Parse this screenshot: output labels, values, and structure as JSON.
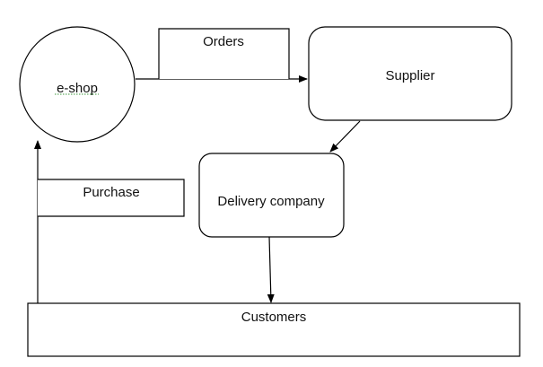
{
  "diagram": {
    "type": "data-flow-diagram",
    "nodes": [
      {
        "id": "eshop",
        "label": "e-shop",
        "shape": "circle",
        "spellcheck_underline": true
      },
      {
        "id": "orders",
        "label": "Orders",
        "shape": "rectangle",
        "role": "flow-label"
      },
      {
        "id": "supplier",
        "label": "Supplier",
        "shape": "rounded-rectangle"
      },
      {
        "id": "delivery",
        "label": "Delivery company",
        "shape": "rounded-rectangle"
      },
      {
        "id": "purchase",
        "label": "Purchase",
        "shape": "rectangle",
        "role": "flow-label"
      },
      {
        "id": "customers",
        "label": "Customers",
        "shape": "rectangle"
      }
    ],
    "edges": [
      {
        "from": "eshop",
        "to": "supplier",
        "label": "Orders"
      },
      {
        "from": "supplier",
        "to": "delivery",
        "label": ""
      },
      {
        "from": "delivery",
        "to": "customers",
        "label": ""
      },
      {
        "from": "customers",
        "to": "eshop",
        "label": "Purchase"
      }
    ],
    "colors": {
      "stroke": "#000000",
      "background": "#ffffff",
      "text": "#111111",
      "spellcheck": "#3c9a3c"
    }
  }
}
